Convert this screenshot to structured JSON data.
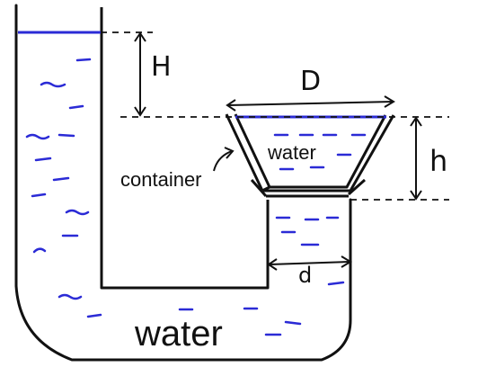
{
  "diagram": {
    "labels": {
      "H": "H",
      "D": "D",
      "h": "h",
      "d": "d",
      "container": "container",
      "water_inside": "water",
      "water_bottom": "water"
    },
    "colors": {
      "wall": "#111111",
      "water_surface": "#2b2bd6",
      "dash": "#2b2bd6",
      "background": "#ffffff"
    }
  }
}
